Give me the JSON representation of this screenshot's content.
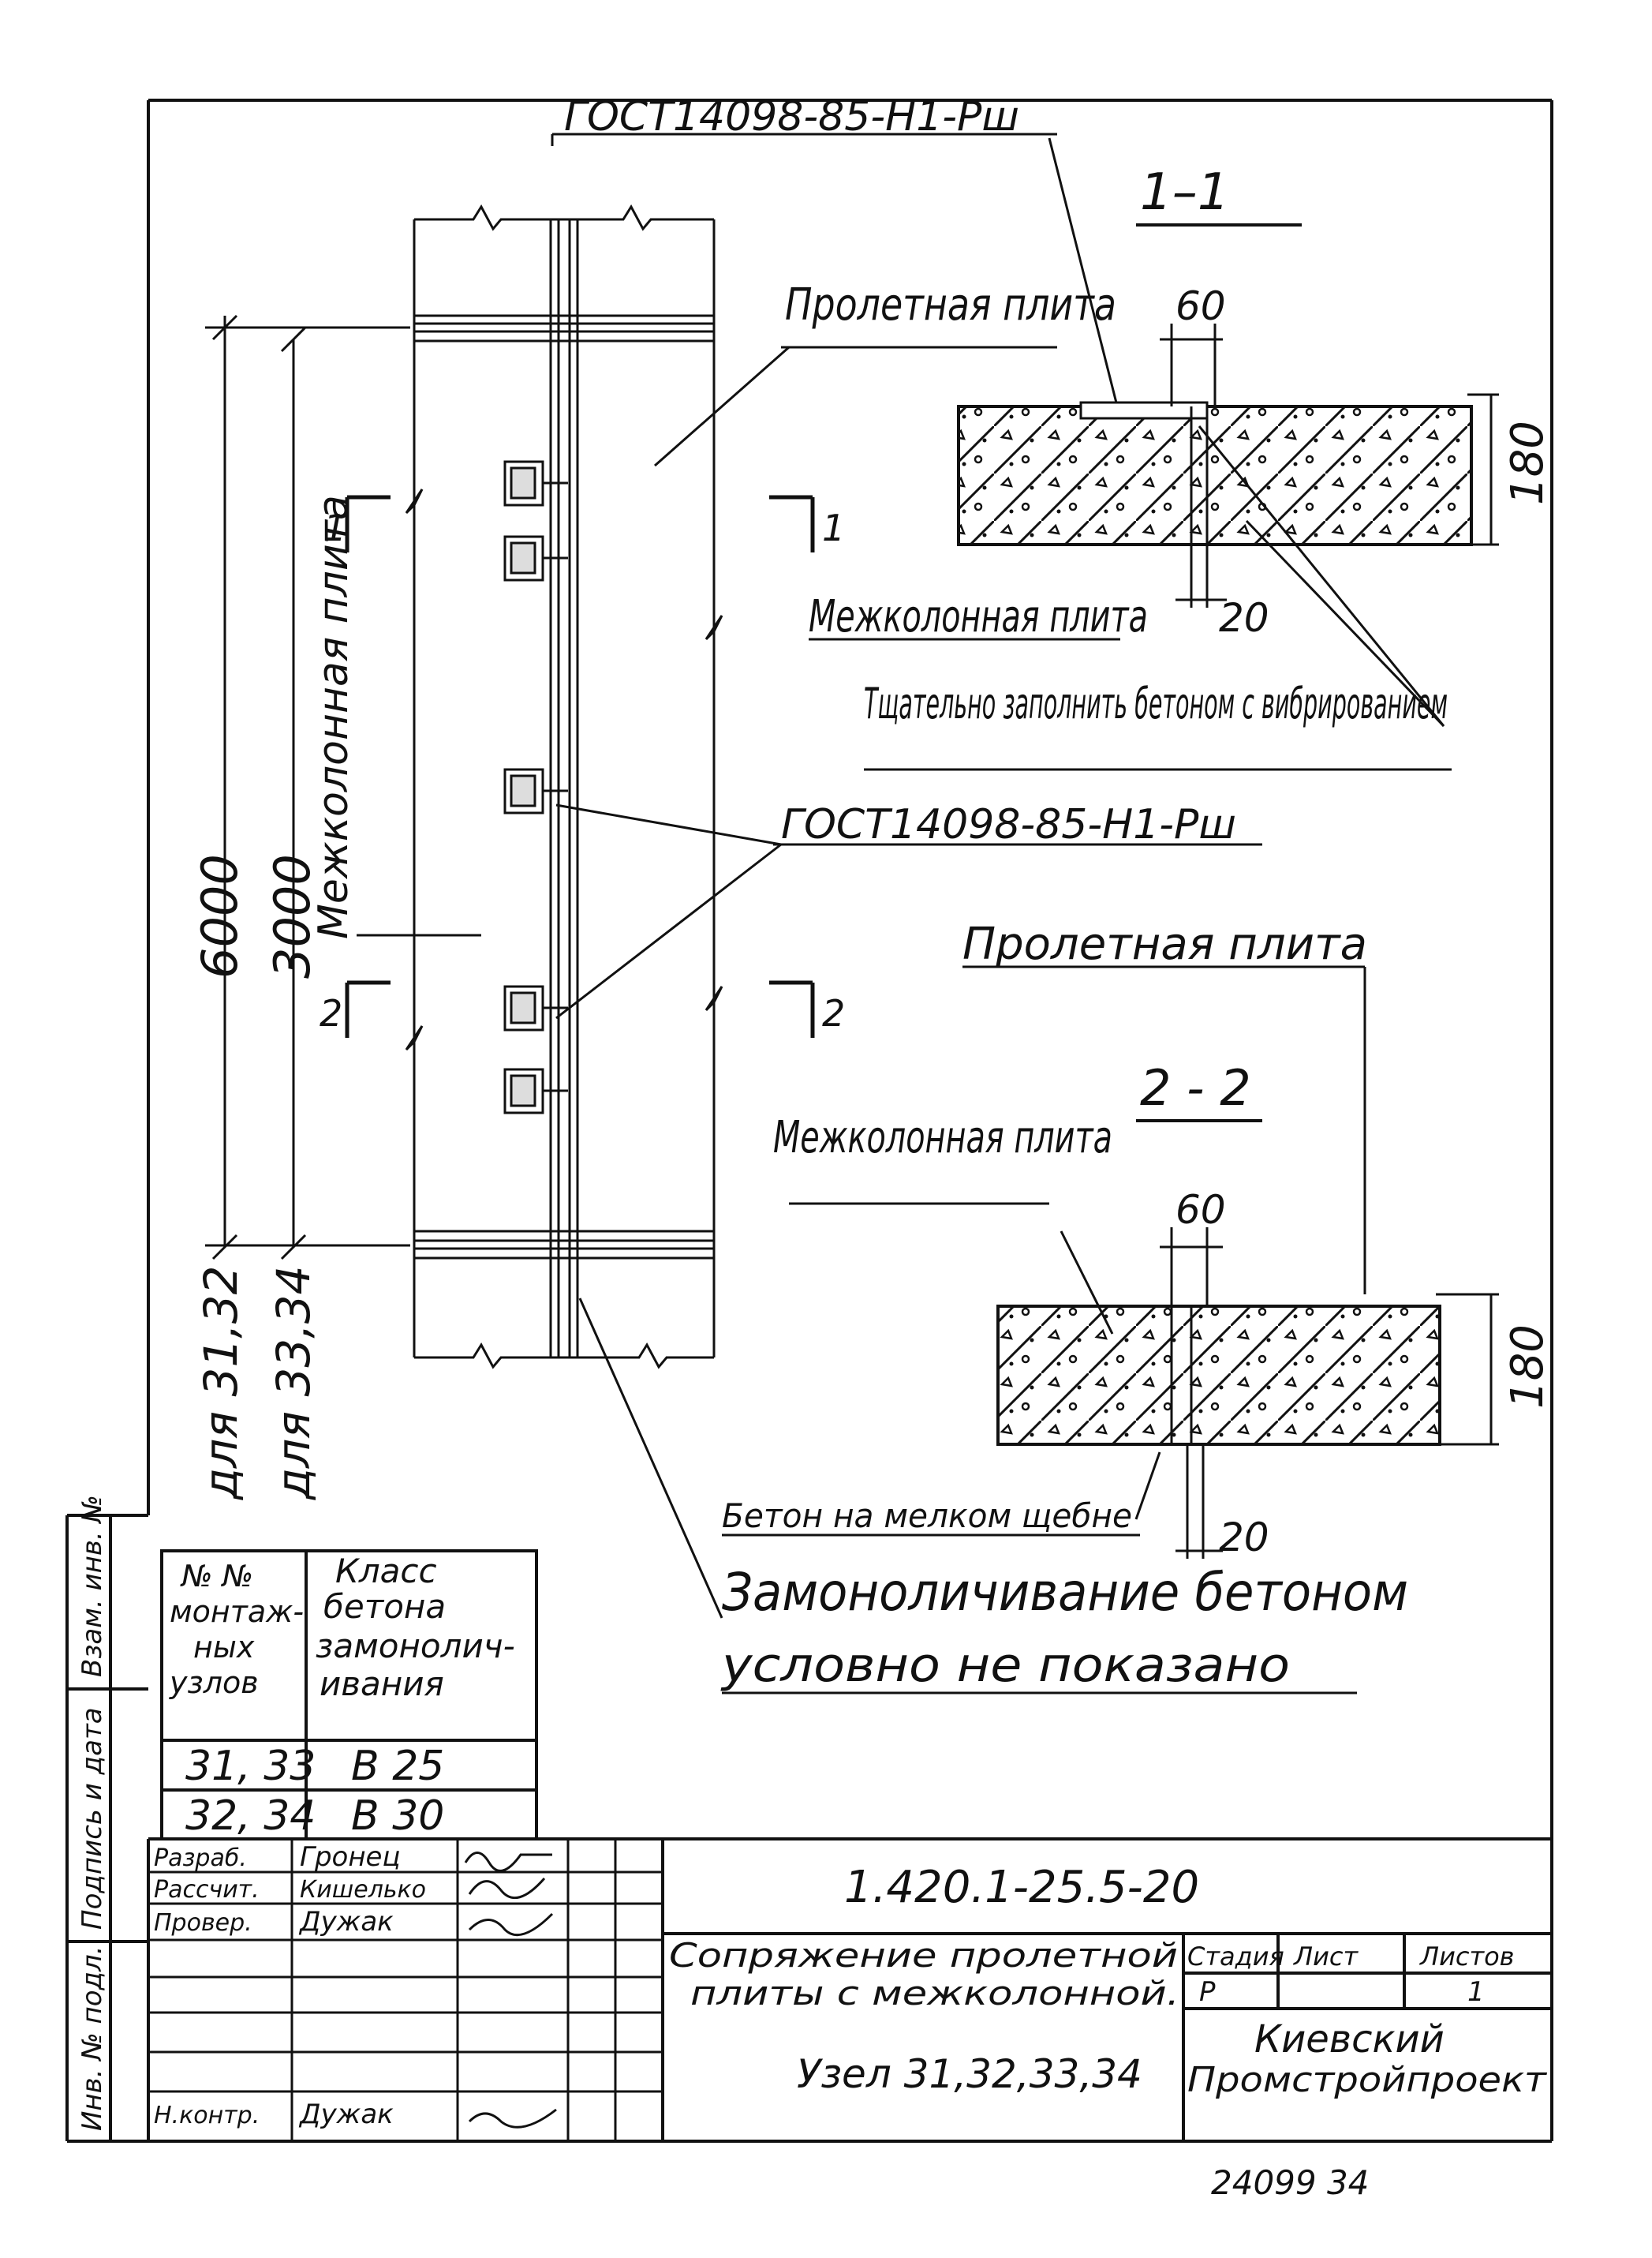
{
  "drawing": {
    "gost_top": "ГОСТ14098-85-Н1-Рш",
    "gost_mid": "ГОСТ14098-85-Н1-Рш",
    "span_slab": "Пролетная плита",
    "section_1_title": "1–1",
    "section_1_width": "60",
    "section_1_depth": "180",
    "section_1_joint": "20",
    "intercolumn_slab_1": "Межколонная плита",
    "fill_note": "Тщательно заполнить бетоном с вибрированием",
    "plan_intercolumn_slab": "Межколонная плита",
    "dim_6000": "6000",
    "dim_3000": "3000",
    "for_31_32": "для 31,32",
    "for_33_34": "для 33,34",
    "section_mark_1": "1",
    "section_mark_2": "2",
    "span_slab_2": "Пролетная плита",
    "section_2_title": "2 - 2",
    "intercolumn_slab_2": "Межколонная плита",
    "section_2_width": "60",
    "section_2_depth": "180",
    "section_2_joint": "20",
    "fine_gravel": "Бетон на мелком щебне",
    "monolith_note_1": "Замоноличивание бетоном",
    "monolith_note_2": "условно не показано"
  },
  "class_table": {
    "header_nodes": "№ № монтаж-ных узлов",
    "header_class": "Класс бетона замонолич-ивания",
    "rows": [
      {
        "nodes": "31, 33",
        "cls": "В 25"
      },
      {
        "nodes": "32, 34",
        "cls": "В 30"
      }
    ]
  },
  "side_stamp": {
    "inv_orig": "Инв. № подл.",
    "sign_date": "Подпись и дата",
    "inv_replace": "Взам. инв. №"
  },
  "title_block": {
    "code": "1.420.1-25.5-20",
    "roles": [
      {
        "role": "Разраб.",
        "name": "Гронец"
      },
      {
        "role": "Рассчит.",
        "name": "Кишелько"
      },
      {
        "role": "Провер.",
        "name": "Дужак"
      },
      {
        "role": "Н.контр.",
        "name": "Дужак"
      }
    ],
    "title_line1": "Сопряжение пролетной",
    "title_line2": "плиты с межколонной.",
    "title_line3": "Узел 31,32,33,34",
    "stage_label": "Стадия",
    "sheet_label": "Лист",
    "sheets_label": "Листов",
    "stage_value": "Р",
    "sheets_value": "1",
    "org_line1": "Киевский",
    "org_line2": "Промстройпроект"
  },
  "footer": {
    "archive_no": "24099 34"
  }
}
